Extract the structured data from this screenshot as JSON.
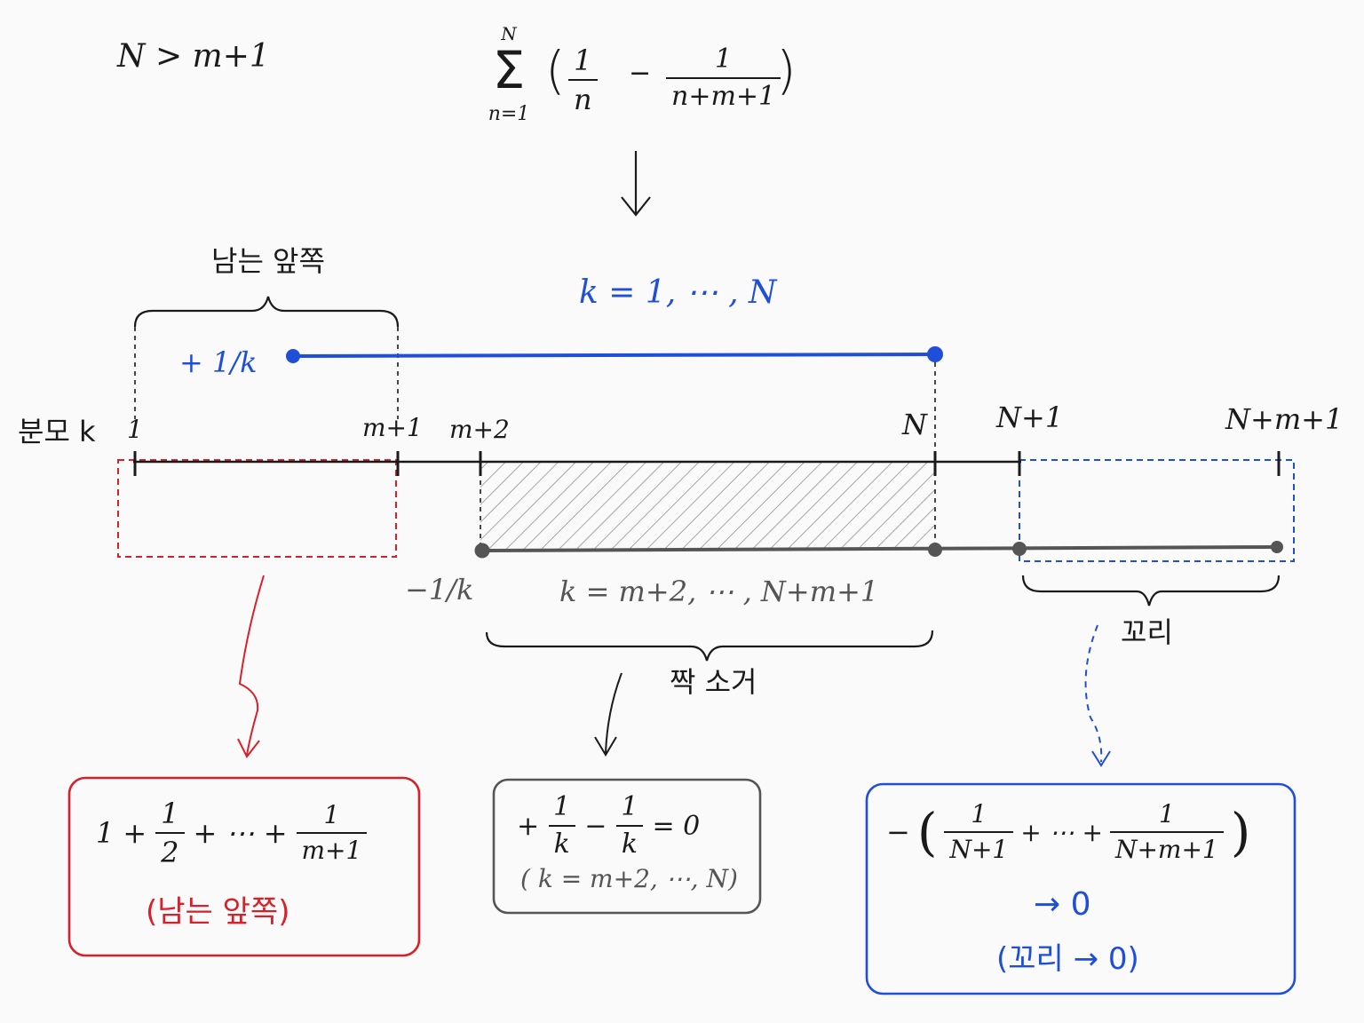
{
  "colors": {
    "ink": "#1a1a1a",
    "blue": "#1f4fd8",
    "red": "#d8202a",
    "gray": "#555555",
    "hatch": "#8a8a8a"
  },
  "condition": "N > m+1",
  "formula": {
    "sum_upper": "N",
    "sum_lower": "n=1",
    "sigma": "Σ",
    "open": "(",
    "close": ")",
    "frac1_num": "1",
    "frac1_den": "n",
    "minus": "−",
    "frac2_num": "1",
    "frac2_den": "n+m+1"
  },
  "arrow_down": "↓",
  "labels": {
    "remaining_front": "남는 앞쪽",
    "blue_range": "k = 1, ⋯ , N",
    "plus_term": "+ 1/k",
    "minus_term": "−1/k",
    "gray_range": "k = m+2, ⋯ , N+m+1",
    "cancel": "짝 소거",
    "tail": "꼬리",
    "denominator_k": "분모 k"
  },
  "ticks": {
    "one": "1",
    "m_plus_1": "m+1",
    "m_plus_2": "m+2",
    "N": "N",
    "N_plus_1": "N+1",
    "N_plus_m_plus_1": "N+m+1"
  },
  "box_red": {
    "one": "1",
    "plus1": "+",
    "half_num": "1",
    "half_den": "2",
    "plus2": "+ ⋯ +",
    "last_num": "1",
    "last_den": "m+1",
    "caption": "(남는 앞쪽)"
  },
  "box_gray": {
    "plus": "+",
    "f1_num": "1",
    "f1_den": "k",
    "minus": "−",
    "f2_num": "1",
    "f2_den": "k",
    "equals": "= 0",
    "caption": "( k = m+2, ⋯, N)"
  },
  "box_blue": {
    "minus": "−",
    "open": "(",
    "close": ")",
    "f1_num": "1",
    "f1_den": "N+1",
    "plus": "+ ⋯ +",
    "f2_num": "1",
    "f2_den": "N+m+1",
    "limit": "→ 0",
    "caption": "(꼬리 → 0)"
  }
}
